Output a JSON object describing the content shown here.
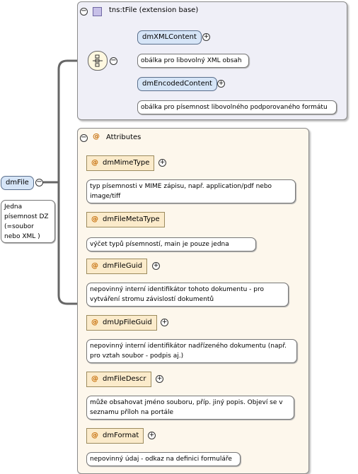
{
  "root": {
    "name": "dmFile",
    "note": "Jedna písemnost DZ (=soubor nebo XML )"
  },
  "extension": {
    "title": "tns:tFile (extension base)",
    "elements": [
      {
        "name": "dmXMLContent",
        "note": "obálka pro libovolný XML obsah"
      },
      {
        "name": "dmEncodedContent",
        "note": "obálka pro písemnost libovolného podporovaného formátu"
      }
    ]
  },
  "attributes": {
    "title": "Attributes",
    "at_symbol": "@",
    "items": [
      {
        "name": "dmMimeType",
        "note": "typ písemnosti v MIME zápisu, např. application/pdf nebo image/tiff"
      },
      {
        "name": "dmFileMetaType",
        "note": "výčet typů písemností, main je pouze jedna"
      },
      {
        "name": "dmFileGuid",
        "note": "nepovinný interní identifikátor tohoto dokumentu - pro vytváření stromu závislostí dokumentů"
      },
      {
        "name": "dmUpFileGuid",
        "note": "nepovinný interní identifikátor nadřízeného dokumentu (např. pro vztah soubor - podpis aj.)"
      },
      {
        "name": "dmFileDescr",
        "note": "může obsahovat jméno souboru, příp. jiný popis. Objeví se v seznamu příloh na portále"
      },
      {
        "name": "dmFormat",
        "note": "nepovinný údaj - odkaz na definici formuláře"
      }
    ]
  },
  "symbols": {
    "plus": "+",
    "minus": "−"
  },
  "colors": {
    "element_fill": "#d6e5f7",
    "attribute_fill": "#fbebcb",
    "attributes_panel": "#fdf7ec",
    "extension_panel": "#efeff7"
  }
}
